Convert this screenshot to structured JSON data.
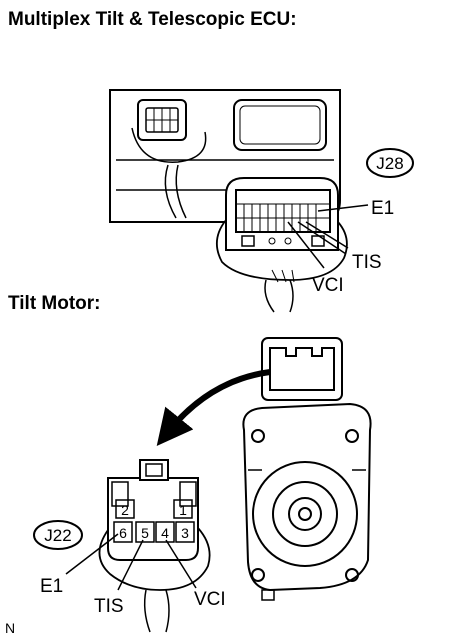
{
  "headings": {
    "ecu": "Multiplex Tilt & Telescopic ECU:",
    "motor": "Tilt Motor:"
  },
  "connectors": {
    "ecu": {
      "id": "J28",
      "pins": {
        "e1": "E1",
        "tis": "TIS",
        "vci": "VCI"
      }
    },
    "motor": {
      "id": "J22",
      "pin_numbers": {
        "p1": "1",
        "p2": "2",
        "p3": "3",
        "p4": "4",
        "p5": "5",
        "p6": "6"
      },
      "pins": {
        "e1": "E1",
        "tis": "TIS",
        "vci": "VCI"
      }
    }
  },
  "corner_mark": "N"
}
